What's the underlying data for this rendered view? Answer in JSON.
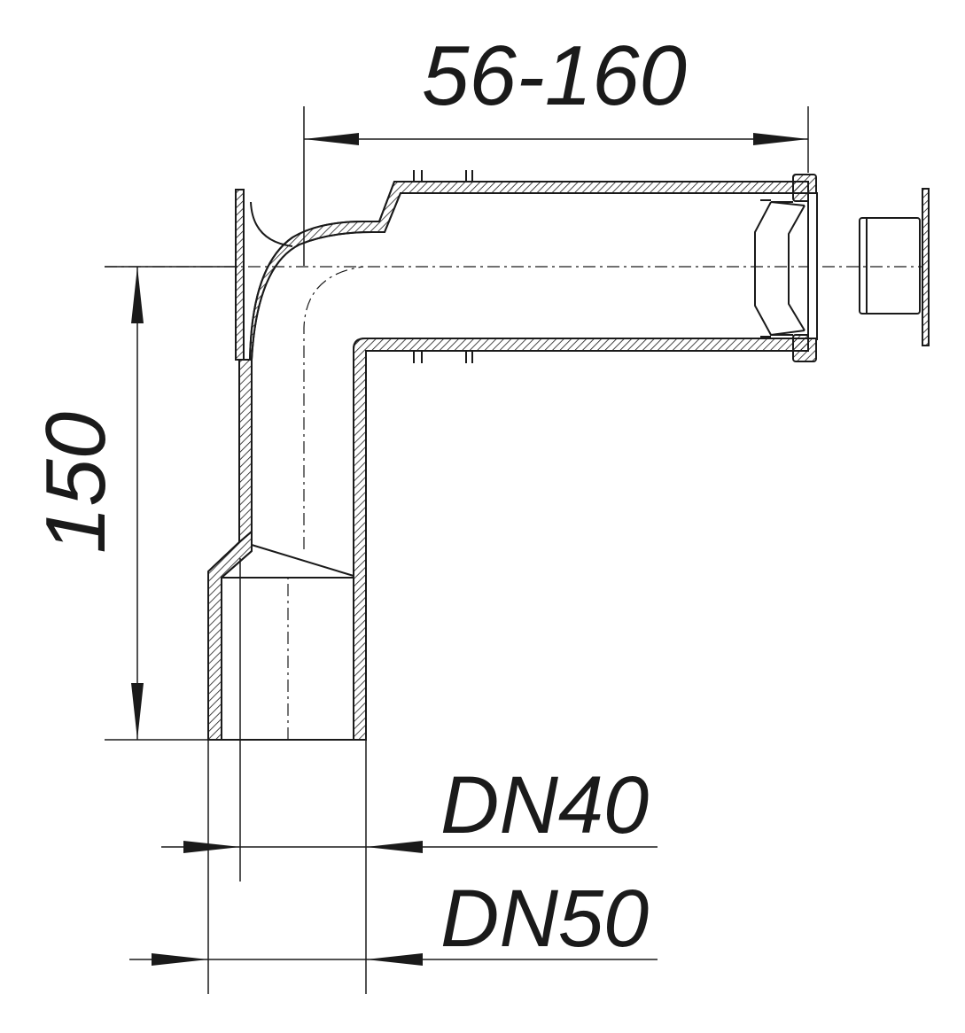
{
  "dimensions": {
    "width_label": "56-160",
    "height_label": "150",
    "dn40_label": "DN40",
    "dn50_label": "DN50"
  },
  "colors": {
    "line": "#1a1a1a",
    "background": "#ffffff"
  }
}
